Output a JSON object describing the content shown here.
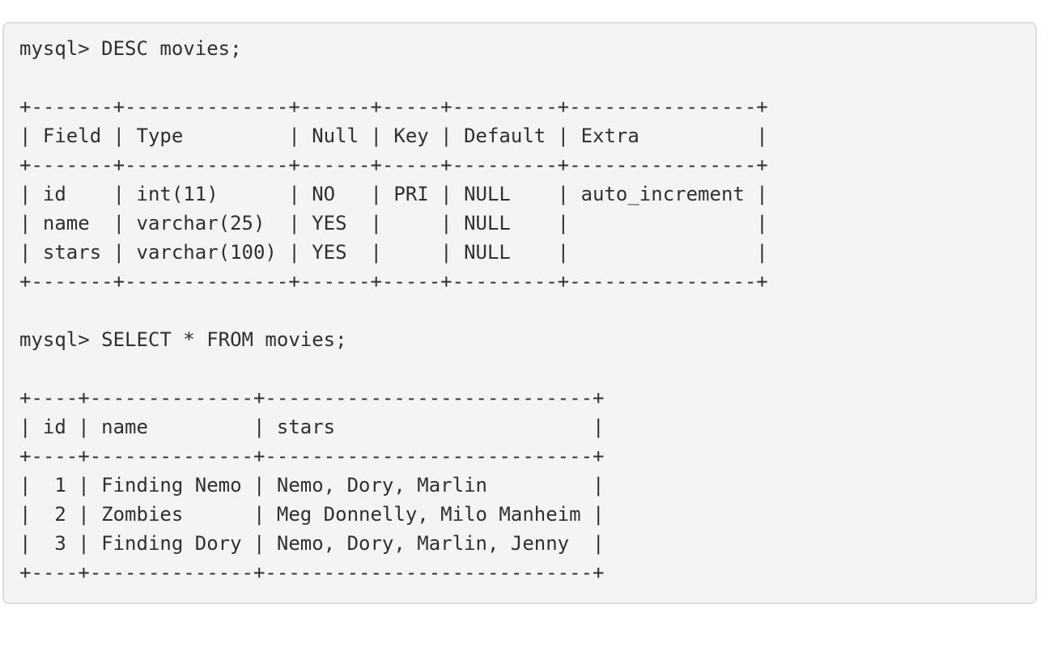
{
  "session": {
    "lines": [
      "mysql> DESC movies;",
      "",
      "+-------+--------------+------+-----+---------+----------------+",
      "| Field | Type         | Null | Key | Default | Extra          |",
      "+-------+--------------+------+-----+---------+----------------+",
      "| id    | int(11)      | NO   | PRI | NULL    | auto_increment |",
      "| name  | varchar(25)  | YES  |     | NULL    |                |",
      "| stars | varchar(100) | YES  |     | NULL    |                |",
      "+-------+--------------+------+-----+---------+----------------+",
      "",
      "mysql> SELECT * FROM movies;",
      "",
      "+----+--------------+----------------------------+",
      "| id | name         | stars                      |",
      "+----+--------------+----------------------------+",
      "|  1 | Finding Nemo | Nemo, Dory, Marlin         |",
      "|  2 | Zombies      | Meg Donnelly, Milo Manheim |",
      "|  3 | Finding Dory | Nemo, Dory, Marlin, Jenny  |",
      "+----+--------------+----------------------------+"
    ]
  }
}
